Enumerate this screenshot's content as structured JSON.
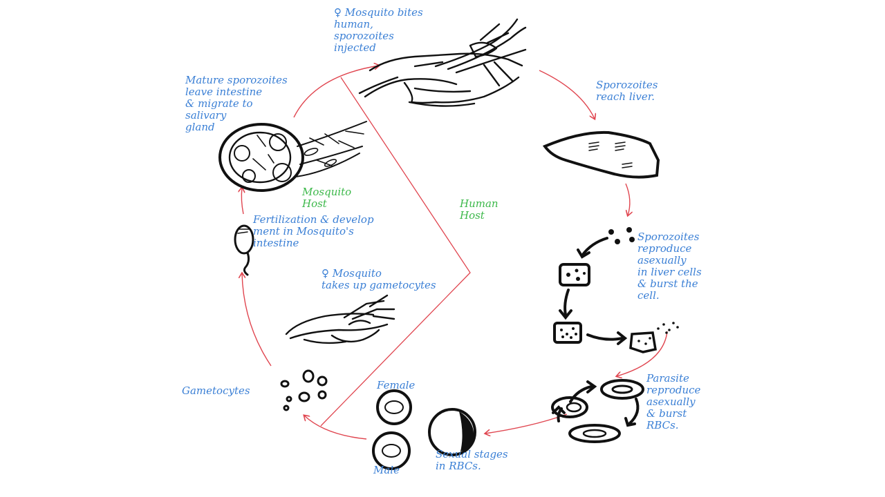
{
  "labels": {
    "mosquito_bites": "♀ Mosquito bites\nhuman,\nsporozoites\ninjected",
    "reach_liver": "Sporozoites\nreach liver.",
    "liver_reproduce": "Sporozoites\nreproduce\nasexually\nin liver cells\n& burst the\ncell.",
    "rbc_reproduce": "Parasite\nreproduce\nasexually\n& burst\nRBCs.",
    "sexual_stages": "Sexual stages\nin RBCs.",
    "female": "Female",
    "male": "Male",
    "gametocytes": "Gametocytes",
    "takes_up": "♀ Mosquito\ntakes up gametocytes",
    "fertilization": "Fertilization & develop\nment in Mosquito's\nintestine",
    "mature": "Mature sporozoites\nleave intestine\n& migrate to\nsalivary\ngland",
    "mosquito_host": "Mosquito\nHost",
    "human_host": "Human\nHost"
  },
  "colors": {
    "label_blue": "#3a7fd5",
    "host_green": "#3cb84a",
    "arrow_red": "#e0454f",
    "ink": "#111111"
  }
}
